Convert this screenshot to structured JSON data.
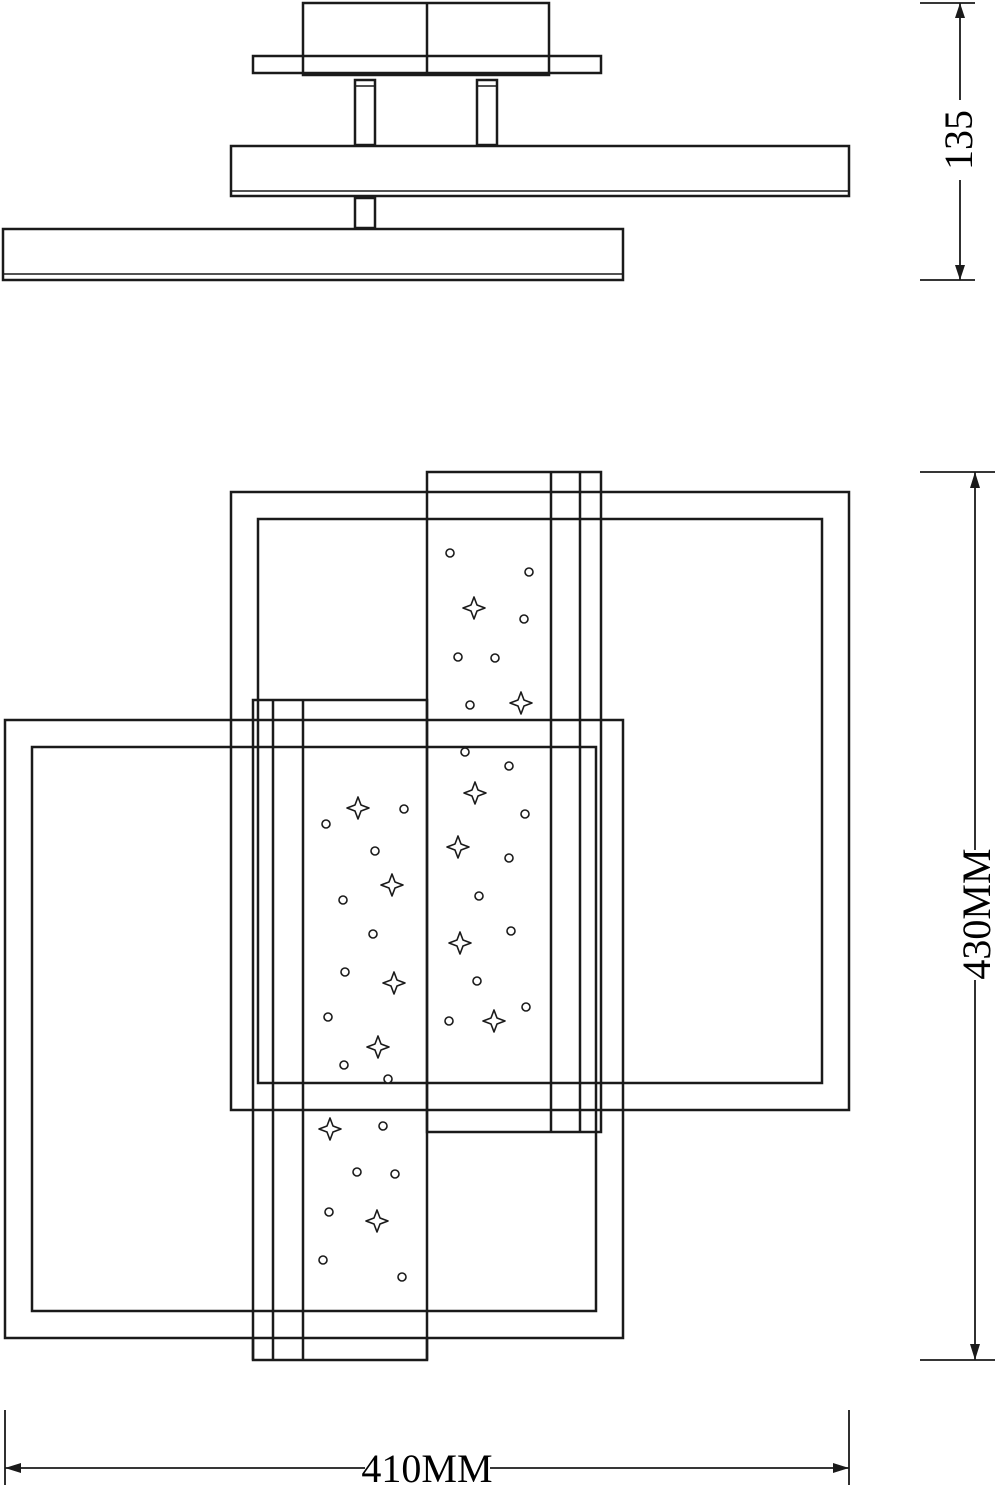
{
  "dimensions": {
    "height_side": "135",
    "height_total": "430MM",
    "width_total": "410MM"
  }
}
